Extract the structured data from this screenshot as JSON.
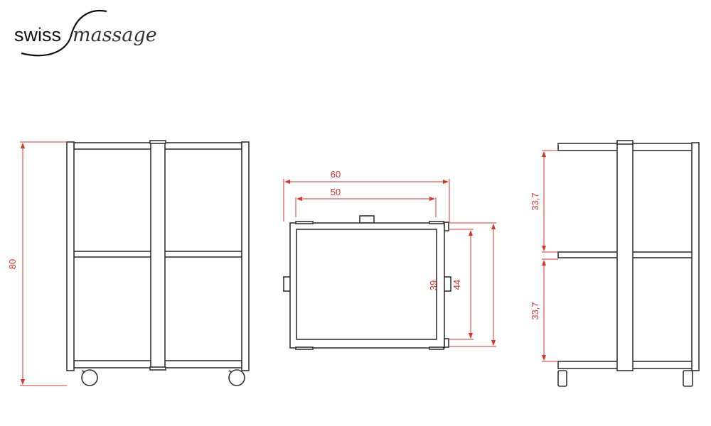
{
  "logo": {
    "part1": "swiss",
    "part2": "massage"
  },
  "front_view": {
    "height_label": "80"
  },
  "top_view": {
    "outer_width_label": "60",
    "inner_width_label": "50",
    "inner_depth_label": "39",
    "outer_depth_label": "44"
  },
  "side_view": {
    "upper_shelf_label": "33,7",
    "lower_shelf_label": "33,7"
  },
  "colors": {
    "line": "#333333",
    "dimension": "#e0302a"
  }
}
